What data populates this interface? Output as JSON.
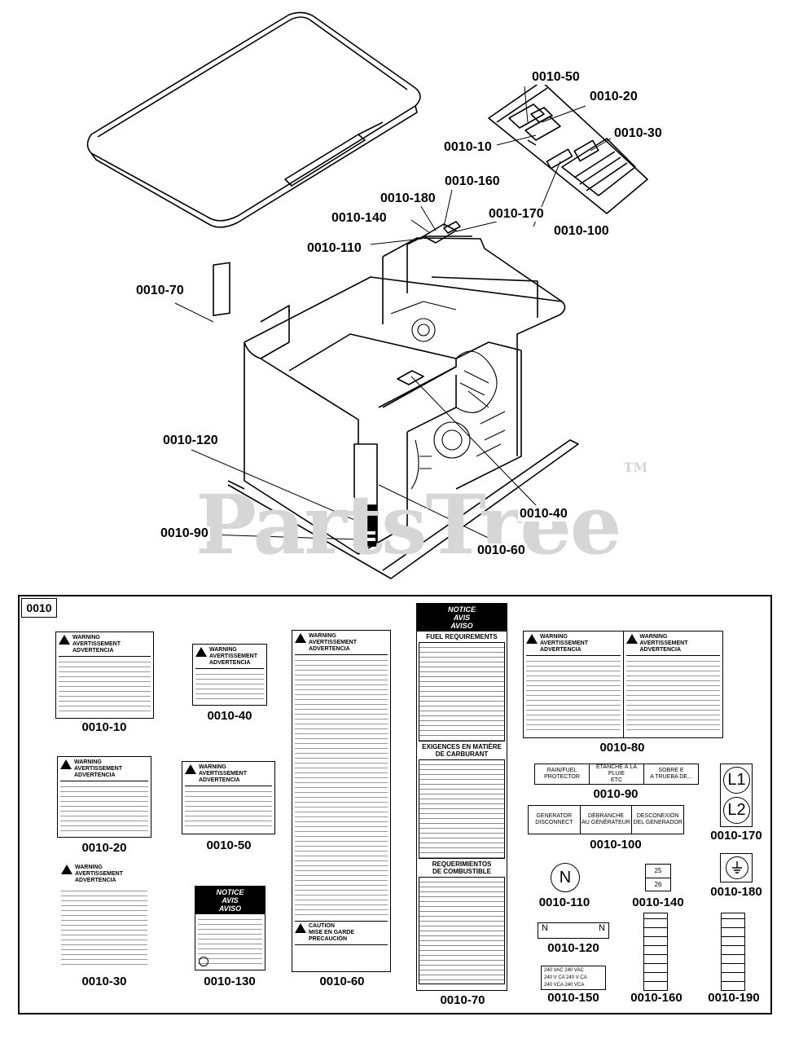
{
  "watermark": {
    "brand": "PartsTree",
    "tm": "TM"
  },
  "callouts": [
    {
      "id": "c50",
      "text": "0010-50"
    },
    {
      "id": "c20",
      "text": "0010-20"
    },
    {
      "id": "c10",
      "text": "0010-10"
    },
    {
      "id": "c30",
      "text": "0010-30"
    },
    {
      "id": "c160",
      "text": "0010-160"
    },
    {
      "id": "c180",
      "text": "0010-180"
    },
    {
      "id": "c170",
      "text": "0010-170"
    },
    {
      "id": "c140",
      "text": "0010-140"
    },
    {
      "id": "c110",
      "text": "0010-110"
    },
    {
      "id": "c100",
      "text": "0010-100"
    },
    {
      "id": "c70",
      "text": "0010-70"
    },
    {
      "id": "c120",
      "text": "0010-120"
    },
    {
      "id": "c40",
      "text": "0010-40"
    },
    {
      "id": "c90",
      "text": "0010-90"
    },
    {
      "id": "c60",
      "text": "0010-60"
    }
  ],
  "panel": {
    "tag": "0010",
    "labels": {
      "l10": {
        "name": "0010-10",
        "header": "WARNING\nAVERTISSEMENT\nADVERTENCIA"
      },
      "l40": {
        "name": "0010-40",
        "header": "WARNING\nAVERTISSEMENT\nADVERTENCIA"
      },
      "l60": {
        "name": "0010-60",
        "header": "WARNING\nAVERTISSEMENT\nADVERTENCIA",
        "sub": "CAUTION\nMISE EN GARDE\nPRECAUCIÓN"
      },
      "l70": {
        "name": "0010-70",
        "notice": "NOTICE\nAVIS\nAVISO",
        "h1": "FUEL REQUIREMENTS",
        "h2": "EXIGENCES EN MATIÈRE\nDE CARBURANT",
        "h3": "REQUERIMIENTOS\nDE COMBUSTIBLE"
      },
      "l80": {
        "name": "0010-80",
        "header": "WARNING\nAVERTISSEMENT\nADVERTENCIA"
      },
      "l20": {
        "name": "0010-20",
        "header": "WARNING\nAVERTISSEMENT\nADVERTENCIA"
      },
      "l50": {
        "name": "0010-50",
        "header": "WARNING\nAVERTISSEMENT\nADVERTENCIA"
      },
      "l30": {
        "name": "0010-30",
        "header": "WARNING\nAVERTISSEMENT\nADVERTENCIA"
      },
      "l130": {
        "name": "0010-130",
        "notice": "NOTICE\nAVIS\nAVISO"
      },
      "l90": {
        "name": "0010-90",
        "cells": [
          "RAIN/FUEL\nPROTECTOR",
          "ÉTANCHE À LA PLUIE\nETC",
          "SOBRE E\nA TRUEBA DE..."
        ]
      },
      "l100": {
        "name": "0010-100",
        "cells": [
          "GENERATOR\nDISCONNECT",
          "DÉBRANCHE\nAU GÉNÉRATEUR",
          "DESCONEXIÓN\nDEL GENERADOR"
        ]
      },
      "l170": {
        "name": "0010-170",
        "top": "L1",
        "bottom": "L2"
      },
      "l110": {
        "name": "0010-110",
        "glyph": "N"
      },
      "l140": {
        "name": "0010-140",
        "top": "25",
        "bottom": "26"
      },
      "l180": {
        "name": "0010-180"
      },
      "l120": {
        "name": "0010-120",
        "left": "N",
        "right": "N"
      },
      "l150": {
        "name": "0010-150",
        "rows": [
          "240 VAC  240 VAC",
          "240 V CA  240 V CA",
          "240 VCA  240 VCA"
        ]
      },
      "l160": {
        "name": "0010-160"
      },
      "l190": {
        "name": "0010-190"
      }
    }
  }
}
